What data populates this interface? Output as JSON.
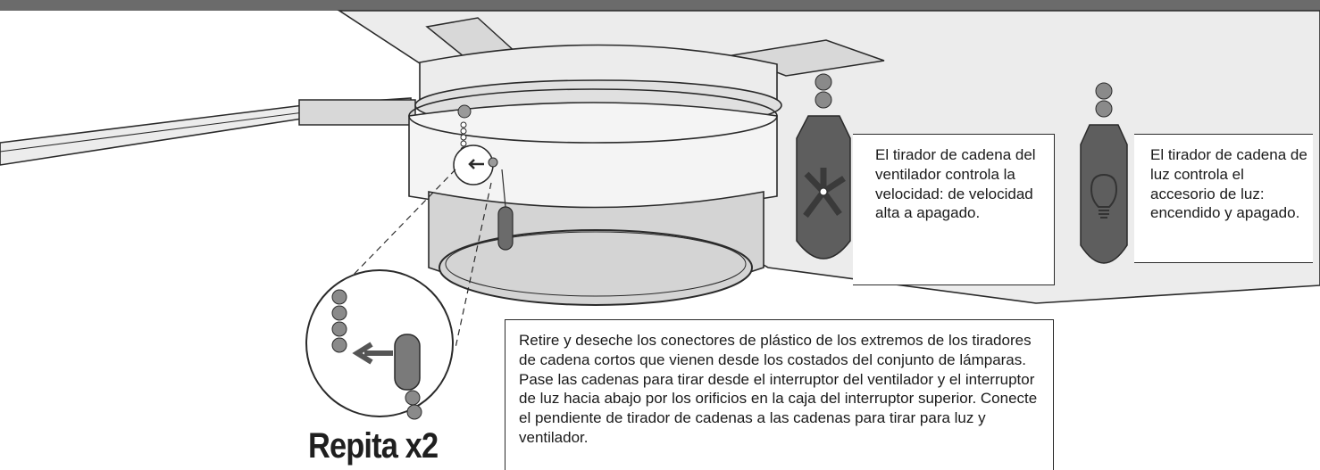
{
  "fan_chain": {
    "description": "El tirador de cadena del ventilador controla la velocidad: de velocidad alta a apagado."
  },
  "light_chain": {
    "description": "El tirador de cadena de luz controla el accesorio de luz: encendido y apagado."
  },
  "instructions": {
    "text": "Retire y deseche los conectores de plástico de los extremos de los tiradores de cadena cortos que vienen desde los costados del conjunto de lámparas. Pase las cadenas para tirar desde el interruptor del ventilador y el interruptor de luz hacia abajo por los orificios en la caja del interruptor superior. Conecte el pendiente de tirador de cadenas a las cadenas para tirar para luz y ventilador."
  },
  "repeat": {
    "label": "Repita x2"
  },
  "colors": {
    "header_bar": "#6b6b6b",
    "line": "#2a2a2a",
    "fob_fill": "#5e5e5e",
    "bead_fill": "#8a8a8a",
    "light_kit_fill": "#d4d4d4"
  }
}
